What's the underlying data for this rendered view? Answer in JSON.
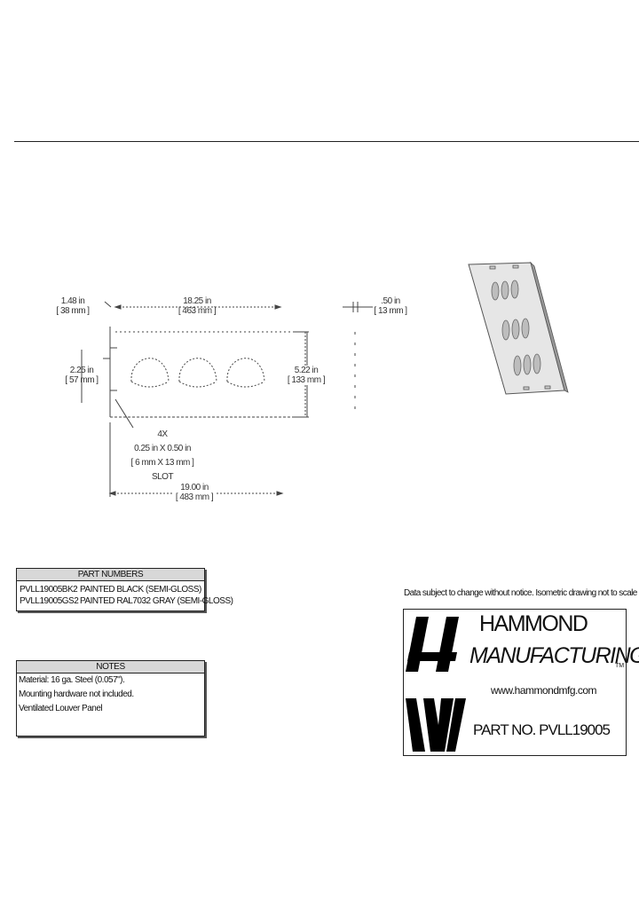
{
  "drawing": {
    "dims": {
      "left_flange": "1.48 in",
      "left_flange_mm": "[ 38 mm ]",
      "width": "18.25 in",
      "width_mm": "[ 463 mm ]",
      "thickness": ".50 in",
      "thickness_mm": "[ 13 mm ]",
      "hole_height": "2.25 in",
      "hole_height_mm": "[ 57 mm ]",
      "panel_height": "5.22 in",
      "panel_height_mm": "[ 133 mm ]",
      "slot_qty": "4X",
      "slot_size": "0.25 in X 0.50 in",
      "slot_size_mm": "[ 6 mm X 13 mm ]",
      "slot_label": "SLOT",
      "total_width": "19.00 in",
      "total_width_mm": "[ 483 mm ]"
    }
  },
  "part_numbers": {
    "header": "PART NUMBERS",
    "rows": [
      {
        "part": "PVLL19005BK2",
        "desc": "PAINTED BLACK (SEMI-GLOSS)"
      },
      {
        "part": "PVLL19005GS2",
        "desc": "PAINTED RAL7032 GRAY (SEMI-GLOSS)"
      }
    ]
  },
  "notes": {
    "header": "NOTES",
    "lines": [
      "Material: 16 ga. Steel (0.057\").",
      "Mounting hardware not included.",
      "Ventilated Louver Panel"
    ]
  },
  "title_block": {
    "disclaimer": "Data subject to change without notice. Isometric drawing not to scale",
    "company_line1": "HAMMOND",
    "company_line2": "MANUFACTURING",
    "tm": "TM",
    "website": "www.hammondmfg.com",
    "part_label": "PART NO.",
    "part_no": "PVLL19005"
  }
}
